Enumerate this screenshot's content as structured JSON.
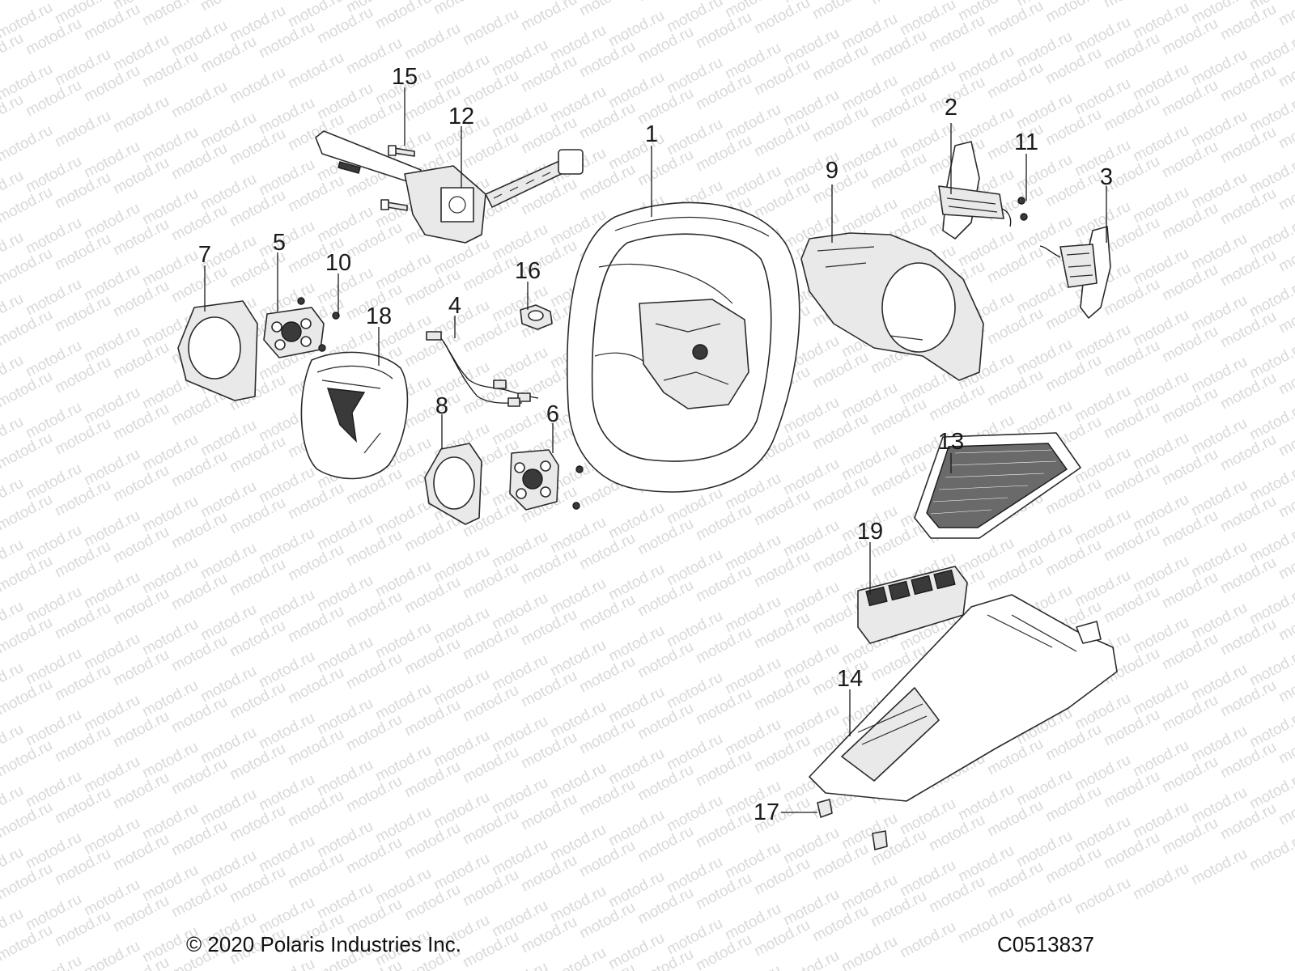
{
  "watermark": {
    "text": "motod.ru",
    "color": "#d9d9d9"
  },
  "callouts": [
    {
      "id": "1",
      "text": "1"
    },
    {
      "id": "2",
      "text": "2"
    },
    {
      "id": "3",
      "text": "3"
    },
    {
      "id": "4",
      "text": "4"
    },
    {
      "id": "5",
      "text": "5"
    },
    {
      "id": "6",
      "text": "6"
    },
    {
      "id": "7",
      "text": "7"
    },
    {
      "id": "8",
      "text": "8"
    },
    {
      "id": "9",
      "text": "9"
    },
    {
      "id": "10",
      "text": "10"
    },
    {
      "id": "11",
      "text": "11"
    },
    {
      "id": "12",
      "text": "12"
    },
    {
      "id": "13",
      "text": "13"
    },
    {
      "id": "14",
      "text": "14"
    },
    {
      "id": "15",
      "text": "15"
    },
    {
      "id": "16",
      "text": "16"
    },
    {
      "id": "17",
      "text": "17"
    },
    {
      "id": "18",
      "text": "18"
    },
    {
      "id": "19",
      "text": "19"
    }
  ],
  "footer": {
    "copyright": "© 2020 Polaris Industries Inc.",
    "drawing_code": "C0513837"
  }
}
